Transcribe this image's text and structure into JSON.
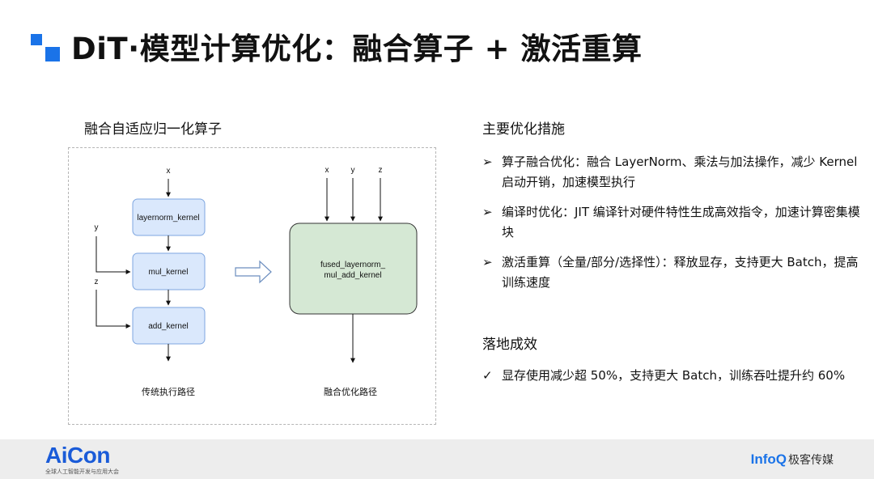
{
  "title": "DiT·模型计算优化：融合算子 + 激活重算",
  "diagram": {
    "heading": "融合自适应归一化算子",
    "traditional": {
      "inputs": [
        "x",
        "y",
        "z"
      ],
      "nodes": [
        "layernorm_kernel",
        "mul_kernel",
        "add_kernel"
      ],
      "label": "传统执行路径"
    },
    "fused": {
      "inputs": [
        "x",
        "y",
        "z"
      ],
      "node_line1": "fused_layernorm_",
      "node_line2": "mul_add_kernel",
      "label": "融合优化路径"
    }
  },
  "measures": {
    "heading": "主要优化措施",
    "items": [
      {
        "marker": "➢",
        "text": "算子融合优化：融合 LayerNorm、乘法与加法操作，减少 Kernel 启动开销，加速模型执行"
      },
      {
        "marker": "➢",
        "text": "编译时优化：JIT 编译针对硬件特性生成高效指令，加速计算密集模块"
      },
      {
        "marker": "➢",
        "text": "激活重算（全量/部分/选择性）：释放显存，支持更大 Batch，提高训练速度"
      }
    ]
  },
  "results": {
    "heading": "落地成效",
    "items": [
      {
        "marker": "✓",
        "text": "显存使用减少超 50%，支持更大 Batch，训练吞吐提升约 60%"
      }
    ]
  },
  "footer": {
    "left_brand": "AiCon",
    "left_sub": "全球人工智能开发与应用大会",
    "right_brand": "InfoQ",
    "right_cn": "极客传媒"
  },
  "colors": {
    "accent": "#1a73e8",
    "kernel_fill": "#dae8fc",
    "kernel_stroke": "#7ea6e0",
    "fused_fill": "#d5e8d4",
    "fused_stroke": "#333333"
  }
}
